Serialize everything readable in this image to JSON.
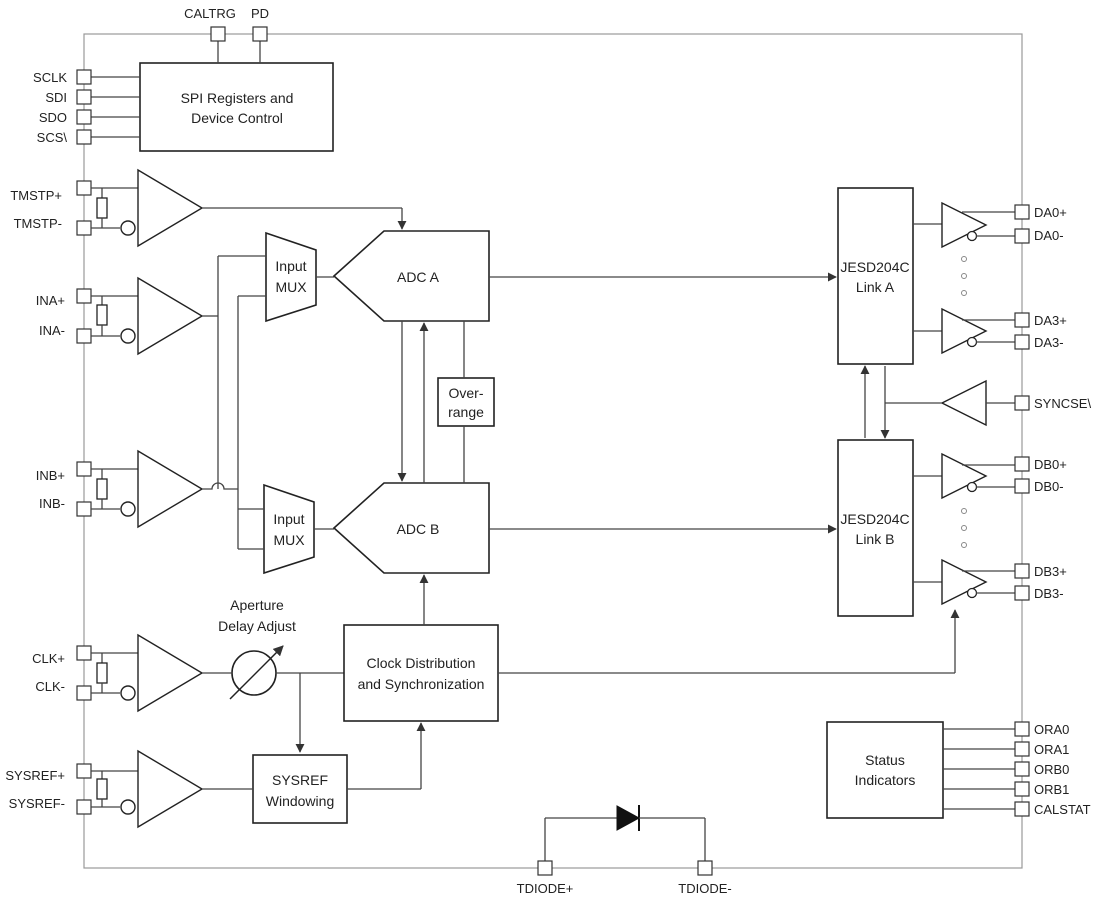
{
  "pins": {
    "caltrg": "CALTRG",
    "pd": "PD",
    "sclk": "SCLK",
    "sdi": "SDI",
    "sdo": "SDO",
    "scs": "SCS\\",
    "tmstp_p": "TMSTP+",
    "tmstp_n": "TMSTP-",
    "ina_p": "INA+",
    "ina_n": "INA-",
    "inb_p": "INB+",
    "inb_n": "INB-",
    "clk_p": "CLK+",
    "clk_n": "CLK-",
    "sysref_p": "SYSREF+",
    "sysref_n": "SYSREF-",
    "da0_p": "DA0+",
    "da0_n": "DA0-",
    "da3_p": "DA3+",
    "da3_n": "DA3-",
    "syncse": "SYNCSE\\",
    "db0_p": "DB0+",
    "db0_n": "DB0-",
    "db3_p": "DB3+",
    "db3_n": "DB3-",
    "ora0": "ORA0",
    "ora1": "ORA1",
    "orb0": "ORB0",
    "orb1": "ORB1",
    "calstat": "CALSTAT",
    "tdiode_p": "TDIODE+",
    "tdiode_n": "TDIODE-"
  },
  "blocks": {
    "spi_line1": "SPI Registers and",
    "spi_line2": "Device Control",
    "mux_a_line1": "Input",
    "mux_a_line2": "MUX",
    "mux_b_line1": "Input",
    "mux_b_line2": "MUX",
    "adc_a": "ADC A",
    "adc_b": "ADC B",
    "overrange_line1": "Over-",
    "overrange_line2": "range",
    "link_a_line1": "JESD204C",
    "link_a_line2": "Link A",
    "link_b_line1": "JESD204C",
    "link_b_line2": "Link B",
    "aperture_line1": "Aperture",
    "aperture_line2": "Delay Adjust",
    "clock_line1": "Clock Distribution",
    "clock_line2": "and Synchronization",
    "sysref_line1": "SYSREF",
    "sysref_line2": "Windowing",
    "status_line1": "Status",
    "status_line2": "Indicators"
  }
}
